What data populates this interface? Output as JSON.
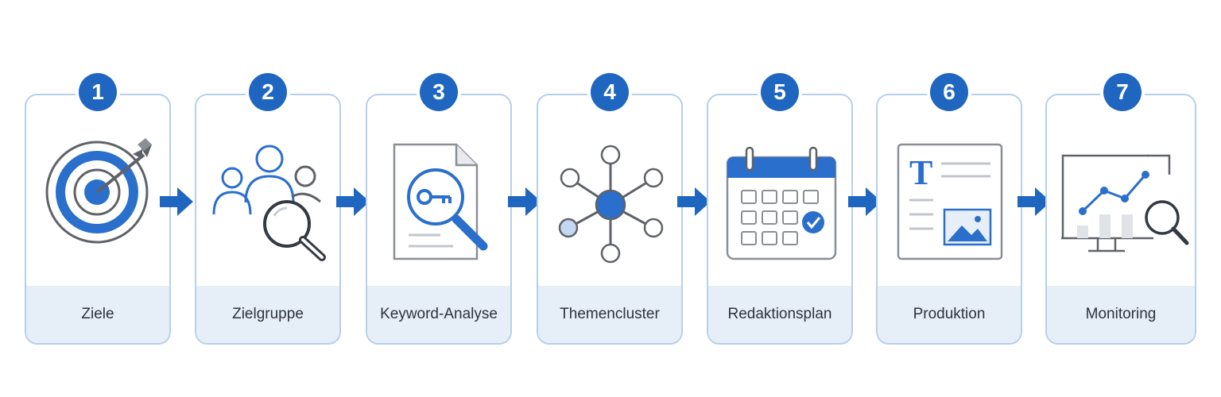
{
  "steps": [
    {
      "number": "1",
      "label": "Ziele",
      "icon": "target-icon"
    },
    {
      "number": "2",
      "label": "Zielgruppe",
      "icon": "audience-search-icon"
    },
    {
      "number": "3",
      "label": "Keyword-Analyse",
      "icon": "keyword-document-icon"
    },
    {
      "number": "4",
      "label": "Themencluster",
      "icon": "network-cluster-icon"
    },
    {
      "number": "5",
      "label": "Redaktionsplan",
      "icon": "calendar-icon"
    },
    {
      "number": "6",
      "label": "Produktion",
      "icon": "content-document-icon"
    },
    {
      "number": "7",
      "label": "Monitoring",
      "icon": "analytics-monitor-icon"
    }
  ],
  "colors": {
    "accent": "#1f66c1",
    "card_border": "#b8cfe9",
    "label_band": "#e6eef8",
    "icon_gray": "#5f6368"
  }
}
